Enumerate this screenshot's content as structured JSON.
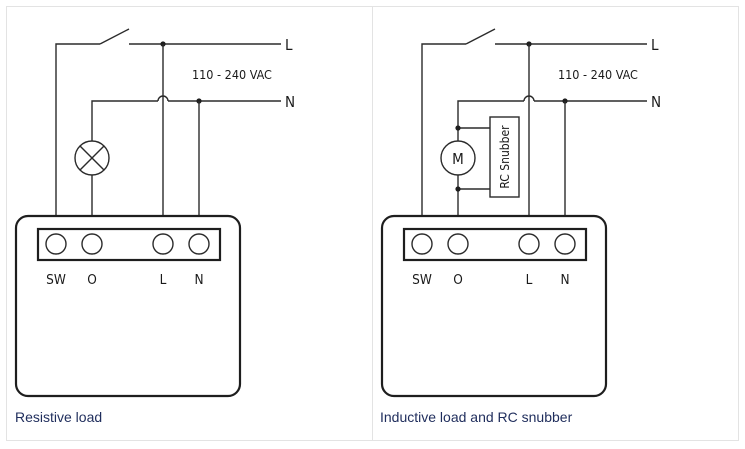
{
  "left_diagram": {
    "line_label": "L",
    "neutral_label": "N",
    "voltage_label": "110 - 240 VAC",
    "terminals": [
      "SW",
      "O",
      "L",
      "N"
    ],
    "caption": "Resistive load"
  },
  "right_diagram": {
    "line_label": "L",
    "neutral_label": "N",
    "voltage_label": "110 - 240 VAC",
    "terminals": [
      "SW",
      "O",
      "L",
      "N"
    ],
    "motor_label": "M",
    "snubber_label": "RC Snubber",
    "caption": "Inductive load and RC snubber"
  }
}
